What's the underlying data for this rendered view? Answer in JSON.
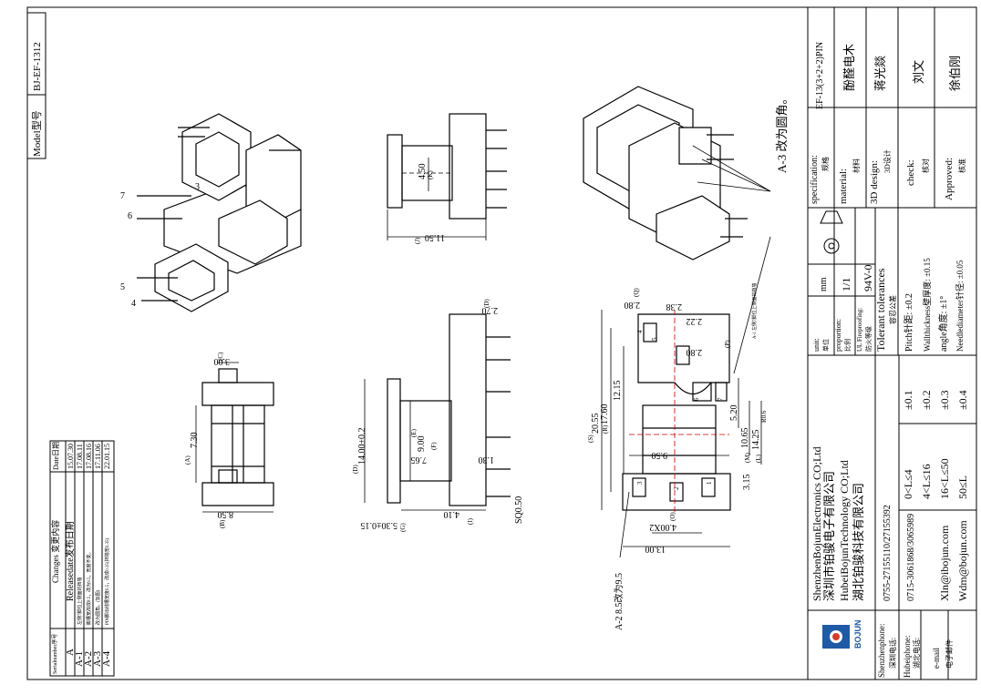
{
  "model": {
    "label": "Model型号",
    "value": "BJ-EF-1312"
  },
  "changes": {
    "header": {
      "serial": "Serialnumber序号",
      "changes": "Changes 变更内容",
      "date": "Date日期"
    },
    "rows": [
      {
        "serial": "A",
        "content": "Releasedate发布日期",
        "date": "15.07.30"
      },
      {
        "serial": "A-1",
        "content": "左侧7脚位上侧面的挡墙",
        "date": "17.08.11"
      },
      {
        "serial": "A-2",
        "content": "脚槽宽改成8.5，改为9.5，宽度不变。",
        "date": "17.08.16"
      },
      {
        "serial": "A-3",
        "content": "改为圆角。(加图)",
        "date": "17.11.06"
      },
      {
        "serial": "A-4",
        "content": "PIN脚出线槽宽度0.5，改成0.35(挡墙宽0.35)",
        "date": "22.01.15"
      }
    ]
  },
  "title_block": {
    "spec_label": "specification:",
    "spec_cn": "规格",
    "spec_value": "EF-13(3+2+2)PIN",
    "material_label": "material:",
    "material_cn": "材料",
    "material_value": "酚醛电木",
    "design_label": "3D design:",
    "design_cn": "3D设计",
    "design_value": "蒋光燚",
    "check_label": "check:",
    "check_cn": "核对",
    "check_value": "刘文",
    "approved_label": "Approved:",
    "approved_cn": "核准",
    "approved_value": "徐伯刚",
    "unit_label": "unit:",
    "unit_cn": "单位",
    "unit_value": "mm",
    "proportion_label": "proportion:",
    "proportion_cn": "比例",
    "proportion_value": "1/1",
    "fire_label": "UL Fireproofing:",
    "fire_cn": "防火等级",
    "fire_value": "94V-0",
    "tol_title": "Tolerant tolerances",
    "tol_cn": "容忍公差",
    "tol_rows": [
      {
        "range": "0<L≤4",
        "tol": "±0.1"
      },
      {
        "range": "4<L≤16",
        "tol": "±0.2"
      },
      {
        "range": "16<L≤50",
        "tol": "±0.3"
      },
      {
        "range": "50≤L",
        "tol": "±0.4"
      }
    ],
    "pitch": "Pitch针距: ±0.2",
    "wall": "Wallthickness壁厚度: ±0.15",
    "angle": "angle角度: ±1°",
    "needle": "Needlediameter针径: ±0.05",
    "company": {
      "sz_en": "ShenzhenBojunElectronics CO;Ltd",
      "sz_cn": "深圳市铂骏电子有限公司",
      "hb_en": "HubeiBojunTechnology CO;Ltd",
      "hb_cn": "湖北铂骏科技有限公司"
    },
    "contacts": [
      {
        "label_en": "Shenzhenphone:",
        "label_cn": "深圳电话:",
        "value": "0755-27155110/27155392"
      },
      {
        "label_en": "Hubeiphone:",
        "label_cn": "湖北电话:",
        "value": "0715-3061868/3065989"
      },
      {
        "label_en": "e-mail",
        "label_cn": "电子邮件",
        "value": "Xln@ibojun.com",
        "value2": "Wdm@bojun.com"
      }
    ],
    "logo_text": "BOJUN"
  },
  "annotations": {
    "a3": "A-3 改为圆角。",
    "a2": "A-2 8.5改为9.5",
    "a1": "A-1 左侧7脚位上侧面的挡墙",
    "pins": [
      "7",
      "6",
      "5",
      "4",
      "3"
    ]
  },
  "dims": {
    "d1150": "11.50",
    "d450": "4.50",
    "dK": "(K)",
    "dJ": "(J)",
    "d270": "2.70",
    "dD": "(D)",
    "d300": "3.00",
    "dC": "(C)",
    "d730": "7.30",
    "dA": "(A)",
    "d850": "8.50",
    "dB": "(B)",
    "d1400": "14.00±0.2",
    "dE": "(E)",
    "d900": "9.00",
    "d765": "7.65",
    "dF": "(F)",
    "d130": "1.30",
    "d410": "4.10",
    "d530": "5.30±0.15",
    "dG": "(G)",
    "dI": "(I)",
    "dSQ": "SQ0.50",
    "d280a": "2.80",
    "dQ": "(Q)",
    "d238": "2.38",
    "d222": "2.22",
    "d280b": "2.80",
    "dP": "(P)",
    "d2055": "20.55",
    "dS": "(S)",
    "d1760": "17.60",
    "dR": "(R)",
    "d1215": "12.15",
    "d520": "5.20",
    "dR06": "R0.6",
    "d1065": "10.65",
    "dM": "(M)",
    "d1425": "14.25",
    "dL": "(L)",
    "d950": "9.50",
    "d315": "3.15",
    "d400x2": "4.00X2",
    "dO": "(O)",
    "d1300": "13.00",
    "p1": "1",
    "p2": "2",
    "p3": "3",
    "p4": "4",
    "p5": "5",
    "p6": "6",
    "p7": "7"
  }
}
